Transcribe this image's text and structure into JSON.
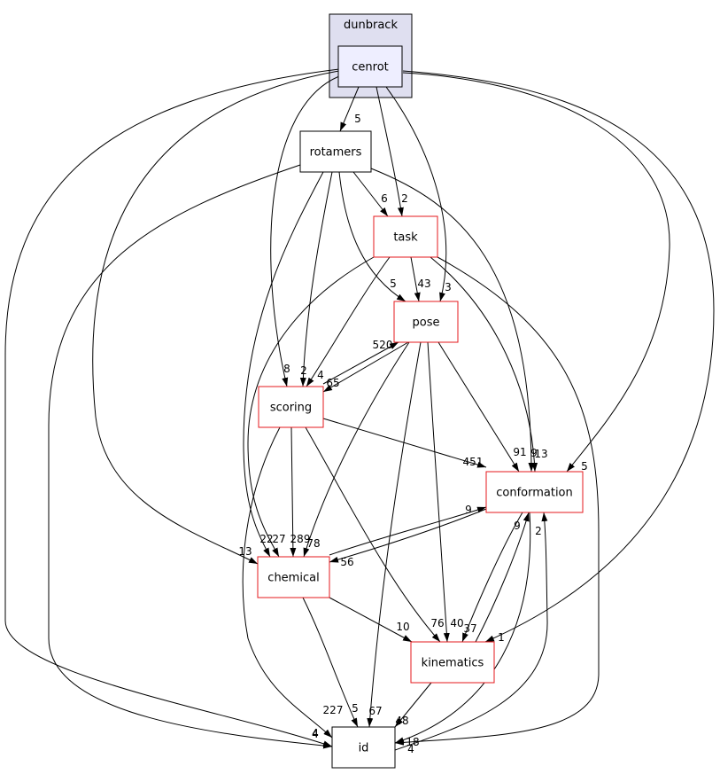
{
  "diagram": {
    "cluster": {
      "id": "dunbrack",
      "label": "dunbrack",
      "fill": "#dfdff0"
    },
    "colors": {
      "red": "#e41a1c",
      "black": "#000000",
      "highlight_fill": "#eeeeff"
    },
    "nodes": [
      {
        "id": "cenrot",
        "label": "cenrot",
        "border": "black",
        "fill": "highlight"
      },
      {
        "id": "rotamers",
        "label": "rotamers",
        "border": "black",
        "fill": "white"
      },
      {
        "id": "task",
        "label": "task",
        "border": "red",
        "fill": "white"
      },
      {
        "id": "pose",
        "label": "pose",
        "border": "red",
        "fill": "white"
      },
      {
        "id": "scoring",
        "label": "scoring",
        "border": "red",
        "fill": "white"
      },
      {
        "id": "conformation",
        "label": "conformation",
        "border": "red",
        "fill": "white"
      },
      {
        "id": "chemical",
        "label": "chemical",
        "border": "red",
        "fill": "white"
      },
      {
        "id": "kinematics",
        "label": "kinematics",
        "border": "red",
        "fill": "white"
      },
      {
        "id": "id",
        "label": "id",
        "border": "black",
        "fill": "white"
      }
    ],
    "edges": [
      {
        "from": "cenrot",
        "to": "rotamers",
        "label": "5"
      },
      {
        "from": "cenrot",
        "to": "task",
        "label": "2"
      },
      {
        "from": "cenrot",
        "to": "pose",
        "label": "3"
      },
      {
        "from": "cenrot",
        "to": "scoring",
        "label": "8"
      },
      {
        "from": "cenrot",
        "to": "conformation",
        "label": "5"
      },
      {
        "from": "cenrot",
        "to": "chemical",
        "label": "13"
      },
      {
        "from": "cenrot",
        "to": "kinematics",
        "label": "1"
      },
      {
        "from": "cenrot",
        "to": "id",
        "label": "4"
      },
      {
        "from": "rotamers",
        "to": "task",
        "label": "6"
      },
      {
        "from": "rotamers",
        "to": "pose",
        "label": "5"
      },
      {
        "from": "rotamers",
        "to": "scoring",
        "label": "2"
      },
      {
        "from": "rotamers",
        "to": "conformation",
        "label": "9"
      },
      {
        "from": "rotamers",
        "to": "chemical",
        "label": "22"
      },
      {
        "from": "rotamers",
        "to": "id",
        "label": "4"
      },
      {
        "from": "task",
        "to": "pose",
        "label": "43"
      },
      {
        "from": "task",
        "to": "scoring",
        "label": "4"
      },
      {
        "from": "task",
        "to": "conformation",
        "label": "13"
      },
      {
        "from": "task",
        "to": "chemical",
        "label": "27"
      },
      {
        "from": "task",
        "to": "id",
        "label": "18"
      },
      {
        "from": "pose",
        "to": "scoring",
        "label": "65"
      },
      {
        "from": "pose",
        "to": "conformation",
        "label": "91"
      },
      {
        "from": "pose",
        "to": "chemical",
        "label": "78"
      },
      {
        "from": "pose",
        "to": "kinematics",
        "label": "40"
      },
      {
        "from": "pose",
        "to": "id",
        "label": "67"
      },
      {
        "from": "scoring",
        "to": "pose",
        "label": "520"
      },
      {
        "from": "scoring",
        "to": "conformation",
        "label": "451"
      },
      {
        "from": "scoring",
        "to": "chemical",
        "label": "289"
      },
      {
        "from": "scoring",
        "to": "kinematics",
        "label": "76"
      },
      {
        "from": "scoring",
        "to": "id",
        "label": "227"
      },
      {
        "from": "conformation",
        "to": "chemical",
        "label": "56"
      },
      {
        "from": "conformation",
        "to": "kinematics",
        "label": "37"
      },
      {
        "from": "conformation",
        "to": "id",
        "label": "4"
      },
      {
        "from": "chemical",
        "to": "conformation",
        "label": "9"
      },
      {
        "from": "chemical",
        "to": "kinematics",
        "label": "10"
      },
      {
        "from": "chemical",
        "to": "id",
        "label": "5"
      },
      {
        "from": "kinematics",
        "to": "conformation",
        "label": "9"
      },
      {
        "from": "kinematics",
        "to": "id",
        "label": "48"
      },
      {
        "from": "id",
        "to": "conformation",
        "label": "2"
      }
    ]
  }
}
